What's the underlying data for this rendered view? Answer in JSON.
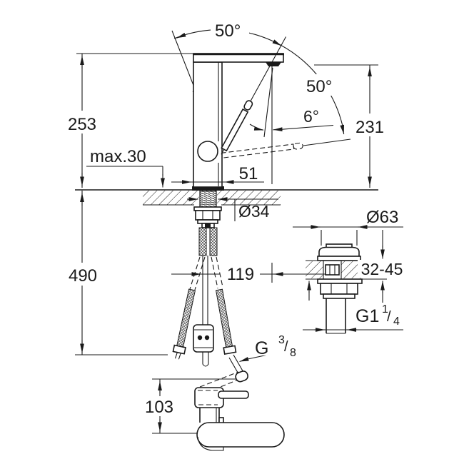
{
  "title": "faucet-technical-dimension-drawing",
  "colors": {
    "ink": "#1a1a1a",
    "background": "#ffffff"
  },
  "labels": {
    "handle_angle": "50°",
    "spout_swivel_angle": "50°",
    "spout_tilt_angle": "6°",
    "total_height": "253",
    "outlet_height": "231",
    "max_deck_thickness": "max.30",
    "body_width": "51",
    "shank_diameter": "Ø34",
    "hose_length_below": "490",
    "outlet_offset": "119",
    "drain_diameter": "Ø63",
    "drain_deck_range": "32-45",
    "side_view_height": "103",
    "hose_thread": {
      "base": "G",
      "num": "3",
      "slash": "/",
      "den": "8"
    },
    "drain_thread": {
      "base": "G1",
      "num": "1",
      "slash": "/",
      "den": "4"
    }
  }
}
